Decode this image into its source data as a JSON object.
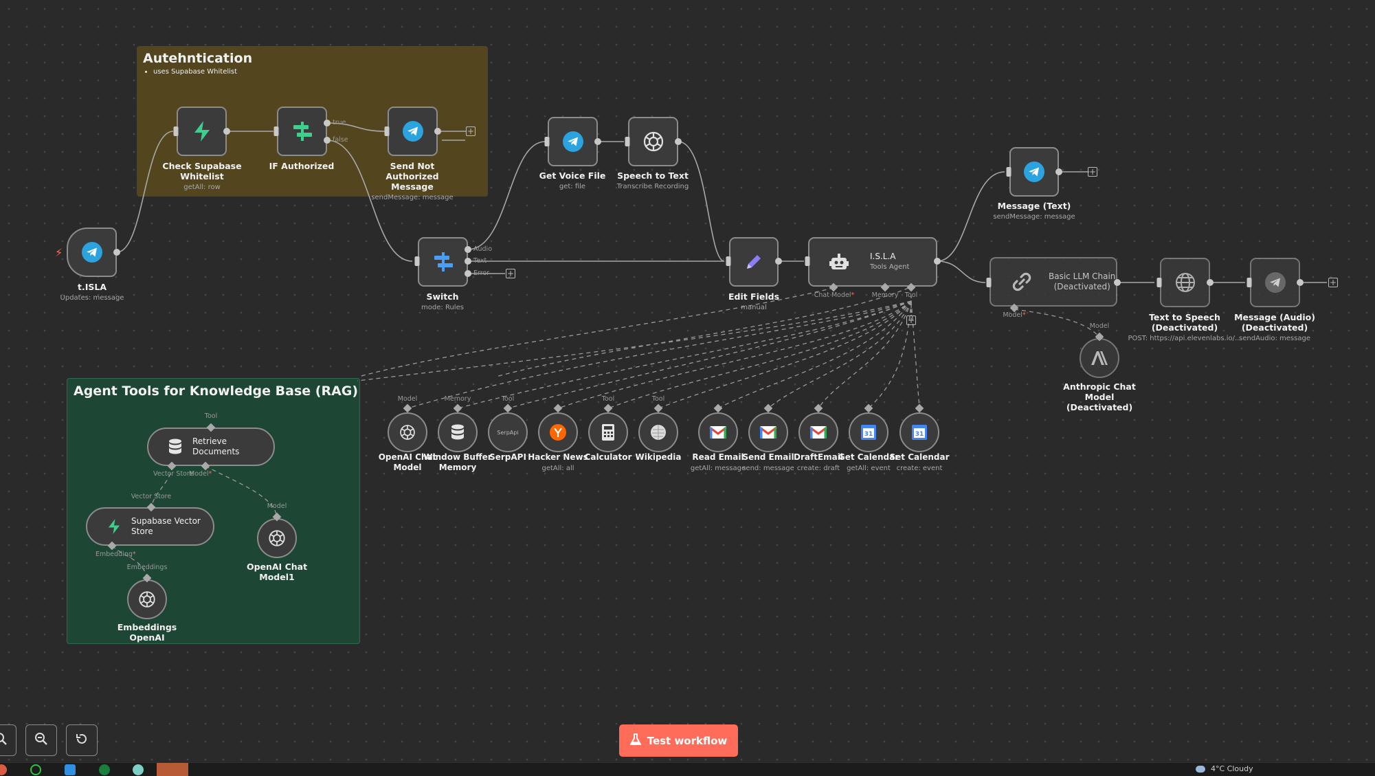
{
  "sticky_notes": {
    "auth": {
      "title": "Autehntication",
      "bullet": "uses Supabase Whitelist",
      "color": "#53461f"
    },
    "rag": {
      "title": "Agent Tools for Knowledge Base (RAG)",
      "color": "#1d4635"
    }
  },
  "nodes": {
    "tisla": {
      "name": "t.ISLA",
      "sub": "Updates: message",
      "icon": "telegram-icon"
    },
    "check_whitelist": {
      "name": "Check Supabase Whitelist",
      "sub": "getAll: row",
      "icon": "supabase-icon"
    },
    "if_authorized": {
      "name": "IF Authorized",
      "icon": "if-icon",
      "out_true": "true",
      "out_false": "false"
    },
    "send_not_auth": {
      "name": "Send Not Authorized Message",
      "sub": "sendMessage: message",
      "icon": "telegram-icon"
    },
    "get_voice": {
      "name": "Get Voice File",
      "sub": "get: file",
      "icon": "telegram-icon"
    },
    "speech_text": {
      "name": "Speech to Text",
      "sub": "Transcribe Recording",
      "icon": "openai-icon"
    },
    "switch": {
      "name": "Switch",
      "sub": "mode: Rules",
      "icon": "switch-icon",
      "out_audio": "Audio",
      "out_text": "Text",
      "out_error": "Error"
    },
    "edit_fields": {
      "name": "Edit Fields",
      "sub": "manual",
      "icon": "pencil-icon"
    },
    "isla_agent": {
      "name": "I.S.L.A",
      "sub": "Tools Agent",
      "icon": "robot-icon",
      "port_model": "Chat Model",
      "port_memory": "Memory",
      "port_tool": "Tool"
    },
    "message_text": {
      "name": "Message (Text)",
      "sub": "sendMessage: message",
      "icon": "telegram-icon"
    },
    "basic_llm": {
      "name": "Basic LLM Chain (Deactivated)",
      "line1": "Basic LLM Chain",
      "line2": "(Deactivated)",
      "icon": "link-icon",
      "port_model": "Model"
    },
    "tts": {
      "name": "Text to Speech (Deactivated)",
      "sub": "POST: https://api.elevenlabs.io/...",
      "icon": "globe-icon"
    },
    "message_audio": {
      "name": "Message (Audio) (Deactivated)",
      "sub": "sendAudio: message",
      "icon": "telegram-icon"
    },
    "anthropic": {
      "name": "Anthropic Chat Model (Deactivated)",
      "port": "Model",
      "icon": "anthropic-icon"
    },
    "retrieve": {
      "line1": "Retrieve",
      "line2": "Documents",
      "port_top": "Tool",
      "port_vs": "Vector Store",
      "port_model": "Model",
      "icon": "database-icon"
    },
    "vector_store": {
      "line1": "Supabase Vector",
      "line2": "Store",
      "port_top": "Vector Store",
      "port_emb": "Embedding",
      "icon": "supabase-icon"
    },
    "openai_chat1": {
      "name": "OpenAI Chat Model1",
      "port": "Model",
      "icon": "openai-icon"
    },
    "embeddings": {
      "name": "Embeddings OpenAI",
      "port": "Embeddings",
      "icon": "openai-icon"
    }
  },
  "tools": [
    {
      "name": "OpenAI Chat Model",
      "port": "Model",
      "icon": "openai-icon"
    },
    {
      "name": "Window Buffer Memory",
      "port": "Memory",
      "icon": "database-icon"
    },
    {
      "name": "SerpAPI",
      "port": "Tool",
      "icon": "serpapi-icon",
      "icon_text": "SerpApi"
    },
    {
      "name": "Hacker News",
      "sub": "getAll: all",
      "port": "",
      "icon": "hackernews-icon"
    },
    {
      "name": "Calculator",
      "port": "Tool",
      "icon": "calculator-icon"
    },
    {
      "name": "Wikipedia",
      "port": "Tool",
      "icon": "wikipedia-icon"
    },
    {
      "name": "Read Email",
      "sub": "getAll: message",
      "icon": "gmail-icon"
    },
    {
      "name": "Send Email",
      "sub": "send: message",
      "icon": "gmail-icon"
    },
    {
      "name": "DraftEmail",
      "sub": "create: draft",
      "icon": "gmail-icon"
    },
    {
      "name": "Get Calendar",
      "sub": "getAll: event",
      "icon": "calendar-icon",
      "icon_text": "31"
    },
    {
      "name": "Set Calendar",
      "sub": "create: event",
      "icon": "calendar-icon",
      "icon_text": "31"
    }
  ],
  "toolbar": {
    "test_button": "Test workflow",
    "zoom_in_icon": "zoom-in-icon",
    "zoom_out_icon": "zoom-out-icon",
    "reset_icon": "reset-icon"
  },
  "taskbar": {
    "weather": "4°C  Cloudy"
  },
  "colors": {
    "accent": "#ff6d5a",
    "node_border": "#8c8c8c",
    "telegram": "#2aa3df",
    "supabase": "#3ecf8e"
  }
}
